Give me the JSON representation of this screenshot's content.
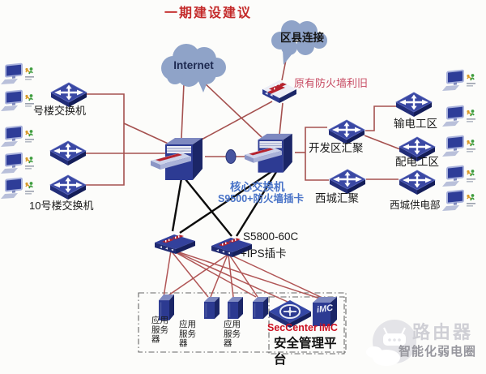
{
  "title": "一期建设建议",
  "clouds": {
    "internet": "Internet",
    "county": "区县连接"
  },
  "labels": {
    "building": "号楼交换机",
    "building10": "10号楼交换机",
    "old_firewall": "原有防火墙利旧",
    "core1": "核心交换机",
    "core2": "S9500+防火墙插卡",
    "dev_zone": "开发区汇聚",
    "xicheng_agg": "西城汇聚",
    "transmission": "输电工区",
    "distribution": "配电工区",
    "xicheng_power": "西城供电部",
    "s5800": "S5800-60C",
    "ips": "+IPS插卡",
    "app_server": "应用服务器",
    "seccenter": "SecCenter",
    "imc": "iMC",
    "imc_device": "iMC",
    "security_platform": "安全管理平台"
  },
  "watermark": {
    "brand": "路由器",
    "subtitle": "智能化弱电圈"
  },
  "colors": {
    "title_red": "#c42b2b",
    "label_blue": "#4a74c8",
    "label_pink_red": "#c74b63",
    "brand_red": "#cc1122",
    "line_red": "#a5514f",
    "line_black": "#0c0c0c",
    "device_navy": "#2d3b93",
    "cloud_blue": "#8fa3c8"
  }
}
